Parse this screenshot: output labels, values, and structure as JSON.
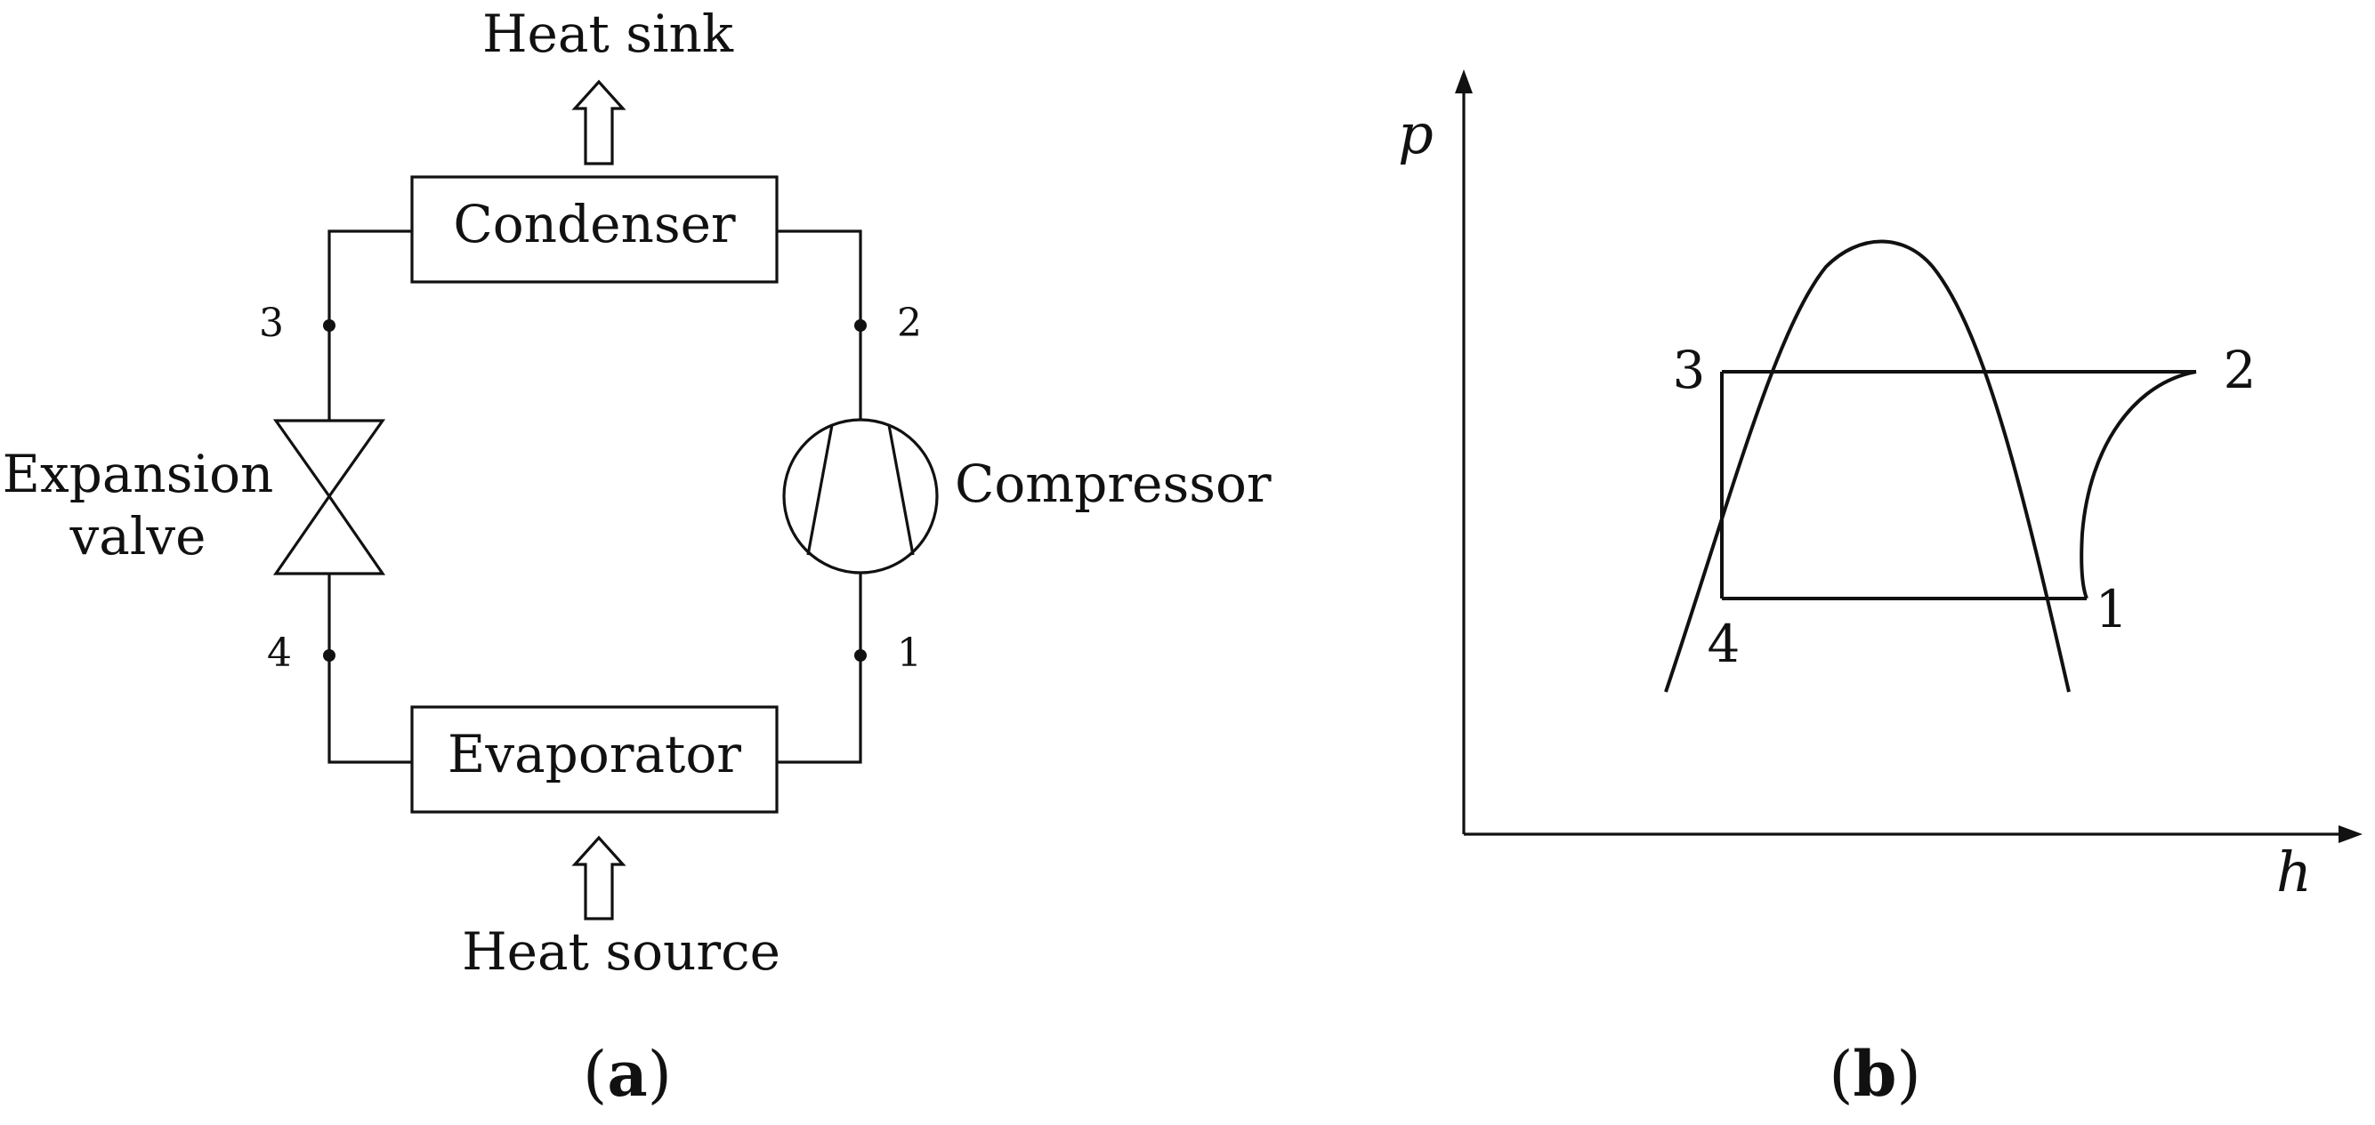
{
  "panel_a": {
    "heat_sink": "Heat sink",
    "heat_source": "Heat source",
    "condenser": "Condenser",
    "evaporator": "Evaporator",
    "compressor": "Compressor",
    "expansion_line1": "Expansion",
    "expansion_line2": "valve",
    "point1": "1",
    "point2": "2",
    "point3": "3",
    "point4": "4",
    "caption_open": "(",
    "caption_letter": "a",
    "caption_close": ")"
  },
  "panel_b": {
    "axis_y": "p",
    "axis_x": "h",
    "point1": "1",
    "point2": "2",
    "point3": "3",
    "point4": "4",
    "caption_open": "(",
    "caption_letter": "b",
    "caption_close": ")"
  }
}
